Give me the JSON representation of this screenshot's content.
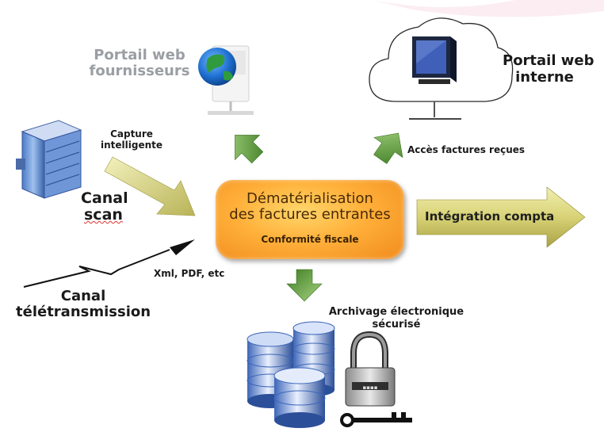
{
  "nodes": {
    "portail_fournisseurs": {
      "line1": "Portail web",
      "line2": "fournisseurs"
    },
    "portail_interne": {
      "line1": "Portail web",
      "line2": "interne"
    },
    "capture": {
      "line1": "Capture",
      "line2": "intelligente"
    },
    "canal_scan": {
      "line1": "Canal",
      "line2": "scan"
    },
    "canal_teletransmission": {
      "line1": "Canal",
      "line2": "télétransmission"
    },
    "formats": {
      "text": "Xml, PDF, etc"
    },
    "acces_factures": {
      "text": "Accès factures reçues"
    },
    "center": {
      "line1": "Dématérialisation",
      "line2": "des factures entrantes",
      "sub": "Conformité fiscale"
    },
    "integration": {
      "text": "Intégration compta"
    },
    "archivage": {
      "line1": "Archivage électronique",
      "line2": "sécurisé"
    }
  },
  "colors": {
    "center_fill": "#f7a12a",
    "arrow_green": "#5f9b3c",
    "arrow_yellow": "#d6d27a",
    "label_grey": "#9b9ea3",
    "label_dark": "#1a1a1a"
  },
  "icons": [
    "globe-computer-icon",
    "cloud-monitor-icon",
    "scanner-icon",
    "database-icon",
    "padlock-icon",
    "key-icon"
  ]
}
